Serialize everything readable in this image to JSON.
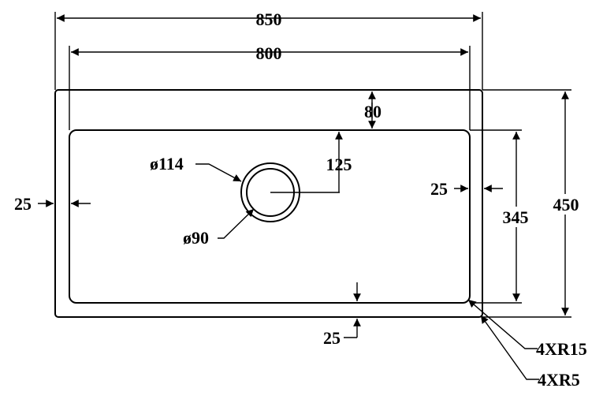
{
  "dimensions": {
    "overall_width": "850",
    "bowl_width": "800",
    "top_margin": "80",
    "drain_offset": "125",
    "drain_outer_dia": "ø114",
    "drain_inner_dia": "ø90",
    "left_margin": "25",
    "right_margin": "25",
    "bowl_depth": "345",
    "overall_depth": "450",
    "bottom_margin": "25",
    "inner_radius": "4XR15",
    "outer_radius": "4XR5"
  },
  "colors": {
    "stroke": "#000000",
    "background": "#ffffff"
  }
}
